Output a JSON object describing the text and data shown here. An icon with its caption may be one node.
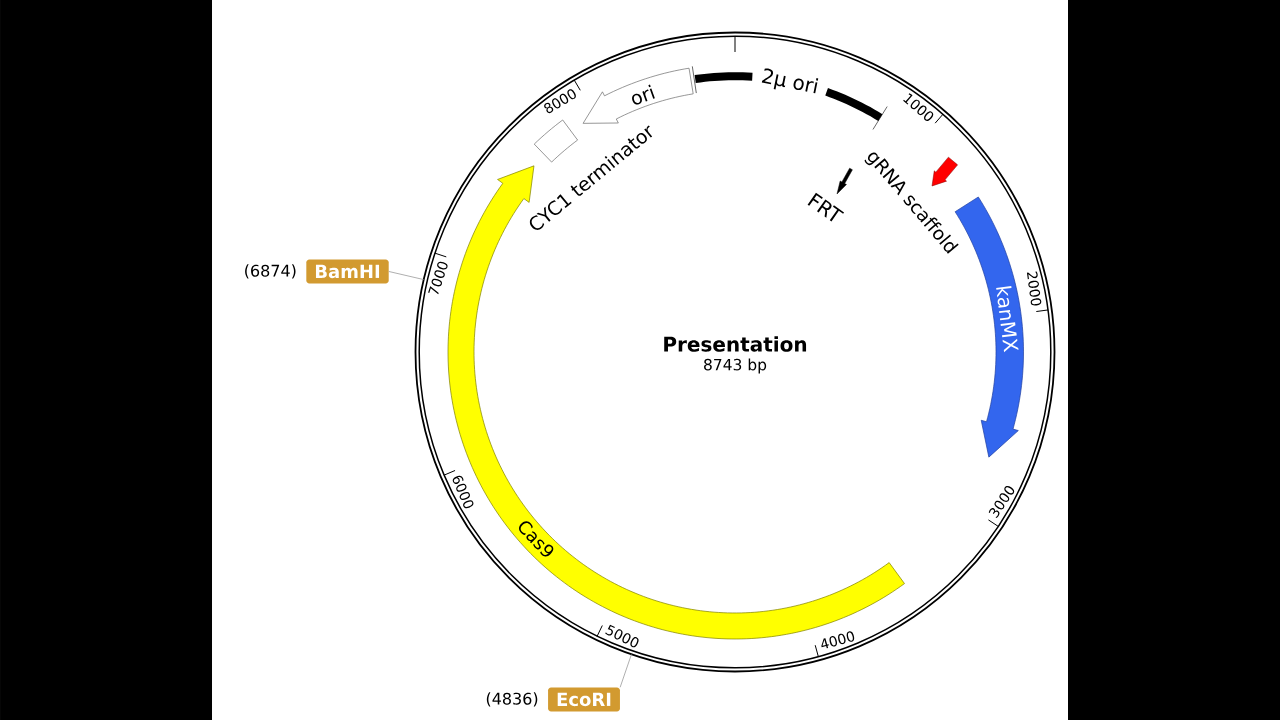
{
  "diagram": {
    "nodes": [
      {
        "text": [
          "Presentation",
          "8743 bp"
        ]
      },
      {
        "text": [
          "2μ ori"
        ],
        "in": 0
      },
      {
        "text": [
          "ori"
        ],
        "in": 0
      },
      {
        "text": [
          "CYC1 terminator"
        ],
        "in": 0
      },
      {
        "text": [
          "gRNA scaffold"
        ],
        "in": 0
      },
      {
        "text": [
          "FRT"
        ],
        "in": 0
      },
      {
        "text": [
          "kanMX"
        ],
        "in": 0
      },
      {
        "text": [
          "Cas9"
        ],
        "in": 0
      },
      {
        "text": [
          "BamHI"
        ],
        "beside": [
          "(6874)"
        ]
      },
      {
        "text": [
          "EcoRI"
        ],
        "beside": [
          "(4836)"
        ]
      }
    ],
    "edges": [
      {
        "from": 8,
        "to": 0,
        "arrow": "none"
      },
      {
        "from": 9,
        "to": 0,
        "arrow": "none"
      }
    ],
    "labels": [
      "1000",
      "2000",
      "3000",
      "4000",
      "5000",
      "6000",
      "7000",
      "8000"
    ]
  }
}
